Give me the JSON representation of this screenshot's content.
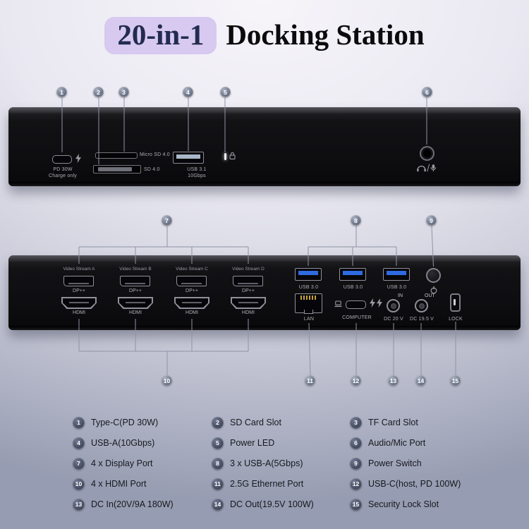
{
  "header": {
    "badge": "20-in-1",
    "title": "Docking Station"
  },
  "callouts": {
    "front": [
      "1",
      "2",
      "3",
      "4",
      "5",
      "6"
    ],
    "back_top": [
      "7",
      "8",
      "9"
    ],
    "back_bottom": [
      "10",
      "11",
      "12",
      "13",
      "14",
      "15"
    ]
  },
  "front": {
    "usbc_line1": "PD 30W",
    "usbc_line2": "Charge only",
    "micro_sd": "Micro SD 4.0",
    "sd": "SD 4.0",
    "usba_line1": "USB 3.1",
    "usba_line2": "10Gbps"
  },
  "back": {
    "streams": [
      {
        "name": "Video Stream A",
        "dp": "DP++",
        "hdmi": "HDMI"
      },
      {
        "name": "Video Stream B",
        "dp": "DP++",
        "hdmi": "HDMI"
      },
      {
        "name": "Video Stream C",
        "dp": "DP++",
        "hdmi": "HDMI"
      },
      {
        "name": "Video Stream D",
        "dp": "DP++",
        "hdmi": "HDMI"
      }
    ],
    "usb": [
      "USB 3.0",
      "USB 3.0",
      "USB 3.0"
    ],
    "lan": "LAN",
    "computer": "COMPUTER",
    "dc_in_dir": "IN",
    "dc_in": "DC 20 V",
    "dc_out_dir": "OUT",
    "dc_out": "DC 19.5 V",
    "lock": "LOCK"
  },
  "legend": {
    "items": [
      {
        "num": "1",
        "label": "Type-C(PD 30W)"
      },
      {
        "num": "2",
        "label": "SD Card Slot"
      },
      {
        "num": "3",
        "label": "TF Card Slot"
      },
      {
        "num": "4",
        "label": "USB-A(10Gbps)"
      },
      {
        "num": "5",
        "label": "Power LED"
      },
      {
        "num": "6",
        "label": "Audio/Mic Port"
      },
      {
        "num": "7",
        "label": "4 x Display Port"
      },
      {
        "num": "8",
        "label": "3 x USB-A(5Gbps)"
      },
      {
        "num": "9",
        "label": "Power Switch"
      },
      {
        "num": "10",
        "label": "4 x HDMI Port"
      },
      {
        "num": "11",
        "label": "2.5G Ethernet Port"
      },
      {
        "num": "12",
        "label": "USB-C(host, PD 100W)"
      },
      {
        "num": "13",
        "label": "DC In(20V/9A 180W)"
      },
      {
        "num": "14",
        "label": "DC Out(19.5V 100W)"
      },
      {
        "num": "15",
        "label": "Security Lock Slot"
      }
    ]
  }
}
